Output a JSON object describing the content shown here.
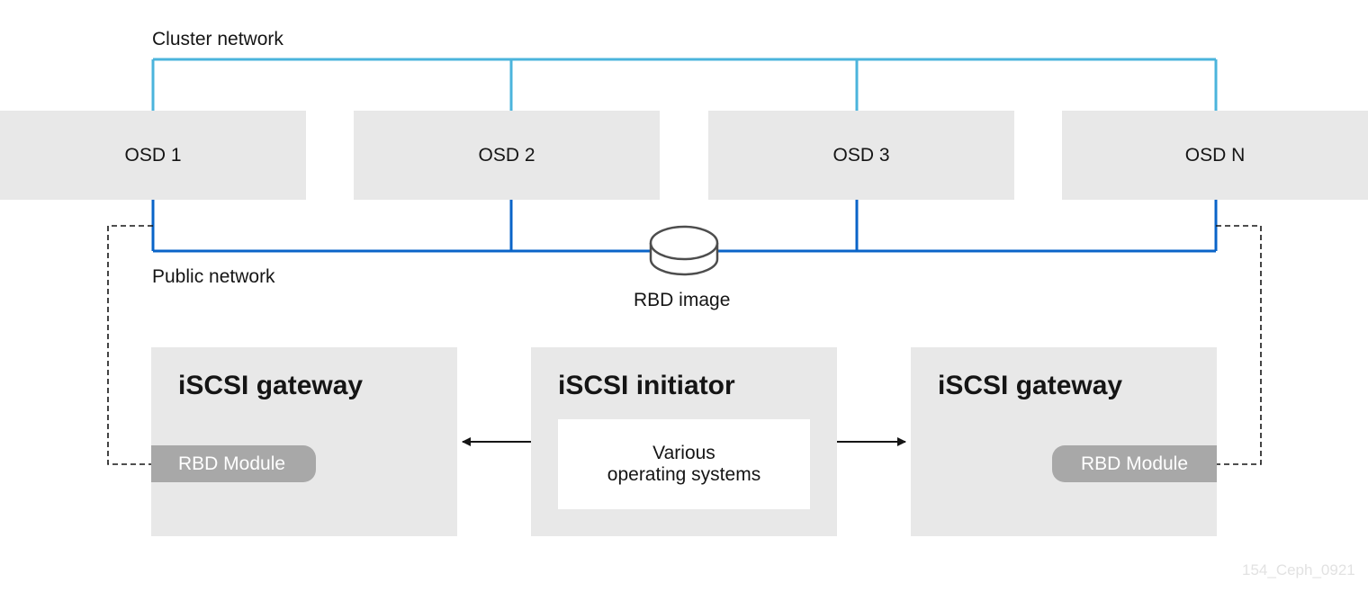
{
  "networks": {
    "cluster_label": "Cluster network",
    "public_label": "Public network",
    "cluster_color": "#4bb4dc",
    "public_color": "#0a64c8"
  },
  "osds": [
    {
      "label": "OSD 1"
    },
    {
      "label": "OSD 2"
    },
    {
      "label": "OSD 3"
    },
    {
      "label": "OSD N"
    }
  ],
  "rbd_image": {
    "label": "RBD image",
    "icon": "disk-icon"
  },
  "gateway_left": {
    "title": "iSCSI gateway",
    "module_label": "RBD Module"
  },
  "initiator": {
    "title": "iSCSI initiator",
    "os_line1": "Various",
    "os_line2": "operating systems"
  },
  "gateway_right": {
    "title": "iSCSI gateway",
    "module_label": "RBD Module"
  },
  "watermark": "154_Ceph_0921"
}
